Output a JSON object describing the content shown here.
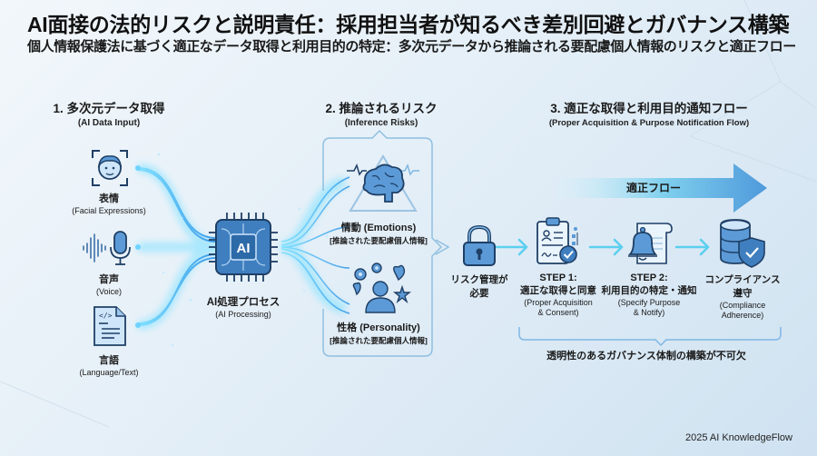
{
  "header": {
    "title": "AI面接の法的リスクと説明責任：採用担当者が知るべき差別回避とガバナンス構築",
    "subtitle": "個人情報保護法に基づく適正なデータ取得と利用目的の特定：多次元データから推論される要配慮個人情報のリスクと適正フロー"
  },
  "section1": {
    "title": "1. 多次元データ取得",
    "subtitle": "(AI Data Input)",
    "items": [
      {
        "icon": "face-scan-icon",
        "jp": "表情",
        "en": "(Facial Expressions)"
      },
      {
        "icon": "microphone-icon",
        "jp": "音声",
        "en": "(Voice)"
      },
      {
        "icon": "code-document-icon",
        "jp": "言語",
        "en": "(Language/Text)"
      }
    ]
  },
  "processor": {
    "icon": "ai-chip-icon",
    "chip_label": "AI",
    "jp": "AI処理プロセス",
    "en": "(AI Processing)"
  },
  "section2": {
    "title": "2. 推論されるリスク",
    "subtitle": "(Inference Risks)",
    "items": [
      {
        "icon": "brain-icon",
        "jp": "情動 (Emotions)",
        "sub": "[推論された要配慮個人情報]"
      },
      {
        "icon": "personality-icon",
        "jp": "性格 (Personality)",
        "sub": "[推論された要配慮個人情報]"
      }
    ]
  },
  "risk_mgmt": {
    "icon": "lock-icon",
    "line1": "リスク管理が",
    "line2": "必要"
  },
  "section3": {
    "title": "3. 適正な取得と利用目的通知フロー",
    "subtitle": "(Proper Acquisition & Purpose Notification Flow)",
    "flow_label": "適正フロー",
    "steps": [
      {
        "icon": "clipboard-check-icon",
        "step": "STEP 1:",
        "jp": "適正な取得と同意",
        "en1": "(Proper Acquisition",
        "en2": "& Consent)"
      },
      {
        "icon": "bell-notify-icon",
        "step": "STEP 2:",
        "jp": "利用目的の特定・通知",
        "en1": "(Specify Purpose",
        "en2": "& Notify)"
      },
      {
        "icon": "database-shield-icon",
        "step": "",
        "jp": "コンプライアンス",
        "jp2": "遵守",
        "en1": "(Compliance",
        "en2": "Adherence)"
      }
    ],
    "footer": "透明性のあるガバナンス体制の構築が不可欠"
  },
  "credit": "2025 AI KnowledgeFlow",
  "colors": {
    "accent_blue": "#3a7fc4",
    "icon_fill": "#5b9ad6",
    "icon_stroke": "#1f3f66",
    "glow": "#6fd3ff",
    "bracket": "#8fbfe0"
  }
}
